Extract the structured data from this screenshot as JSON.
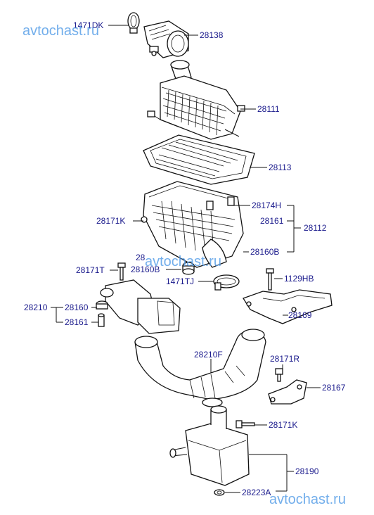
{
  "watermarks": {
    "top": "avtochast.ru",
    "middle": "avtochast.ru",
    "bottom": "avtochast.ru"
  },
  "labels": {
    "1471DK": "1471DK",
    "28138": "28138",
    "28111": "28111",
    "28113": "28113",
    "28174H": "28174H",
    "28171K_top": "28171K",
    "28161_top": "28161",
    "28112": "28112",
    "28160B_right": "28160B",
    "28160B_left": "28160B",
    "28_partial": "28",
    "28171T": "28171T",
    "1471TJ": "1471TJ",
    "1129HB": "1129HB",
    "28210": "28210",
    "28160": "28160",
    "28161_bottom": "28161",
    "28169": "28169",
    "28210F": "28210F",
    "28171R": "28171R",
    "28167": "28167",
    "28171K_bottom": "28171K",
    "28190": "28190",
    "28223A": "28223A"
  }
}
